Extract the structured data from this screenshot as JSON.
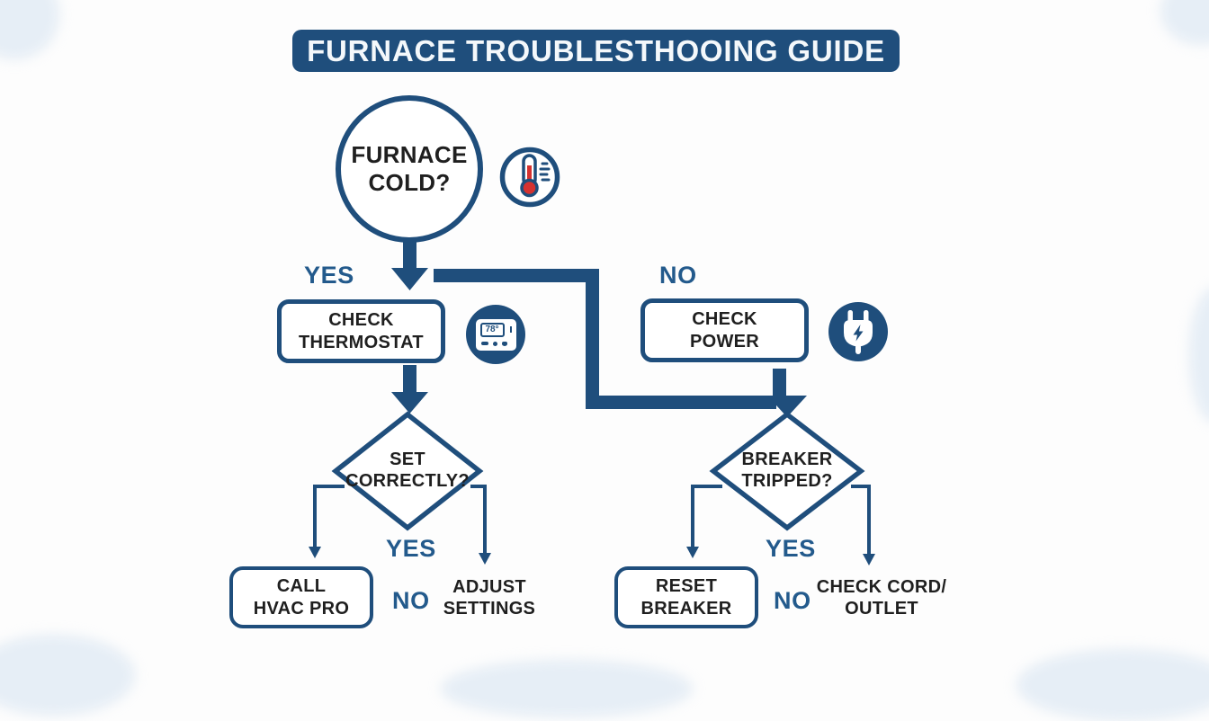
{
  "title": "FURNACE TROUBLESTHOOING GUIDE",
  "colors": {
    "navy": "#1f4e7c",
    "label_blue": "#235a8c",
    "red": "#d63230",
    "ink": "#1f1f1f",
    "background": "#fdfdfd"
  },
  "nodes": {
    "furnace_cold": {
      "line1": "FURNACE",
      "line2": "COLD?"
    },
    "check_thermostat": {
      "line1": "CHECK",
      "line2": "THERMOSTAT"
    },
    "check_power": {
      "line1": "CHECK",
      "line2": "POWER"
    },
    "set_correctly": {
      "line1": "SET",
      "line2": "CORRECTLY?"
    },
    "breaker_tripped": {
      "line1": "BREAKER",
      "line2": "TRIPPED?"
    },
    "call_hvac_pro": {
      "line1": "CALL",
      "line2": "HVAC PRO"
    },
    "adjust_settings": {
      "line1": "ADJUST",
      "line2": "SETTINGS"
    },
    "reset_breaker": {
      "line1": "RESET",
      "line2": "BREAKER"
    },
    "check_cord_outlet": {
      "line1": "CHECK CORD/",
      "line2": "OUTLET"
    }
  },
  "branch_labels": {
    "root_yes": "YES",
    "root_no": "NO",
    "thermostat_yes": "YES",
    "thermostat_no": "NO",
    "breaker_yes": "YES",
    "breaker_no": "NO"
  },
  "icons": {
    "thermometer": "thermometer-icon",
    "thermostat": "thermostat-icon",
    "thermostat_display": "78°",
    "power_plug": "power-plug-icon"
  }
}
